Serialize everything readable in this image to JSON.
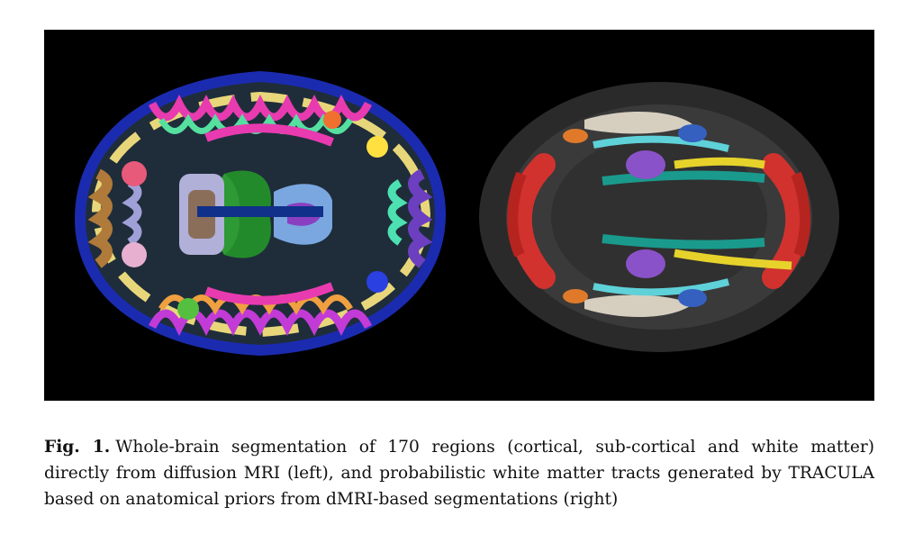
{
  "figure": {
    "image_left_desc": "brain-segmentation-image",
    "image_right_desc": "tractography-image",
    "colors": {
      "background": "#000000",
      "ventricles_green": "#238a2b",
      "tract_red": "#d1322e",
      "tract_teal": "#1a9a8c",
      "tract_yellow": "#e6d22b",
      "tract_purple": "#8a52c8",
      "tract_beige": "#d6cfc0",
      "tract_cyan": "#5fd1d8",
      "tract_blue": "#3560c0",
      "tract_orange": "#e07a2a"
    }
  },
  "caption": {
    "label": "Fig. 1.",
    "text": "Whole-brain segmentation of 170 regions (cortical, sub-cortical and white matter) directly from diffusion MRI (left), and probabilistic white matter tracts generated by TRACULA based on anatomical priors from dMRI-based segmentations (right)"
  }
}
